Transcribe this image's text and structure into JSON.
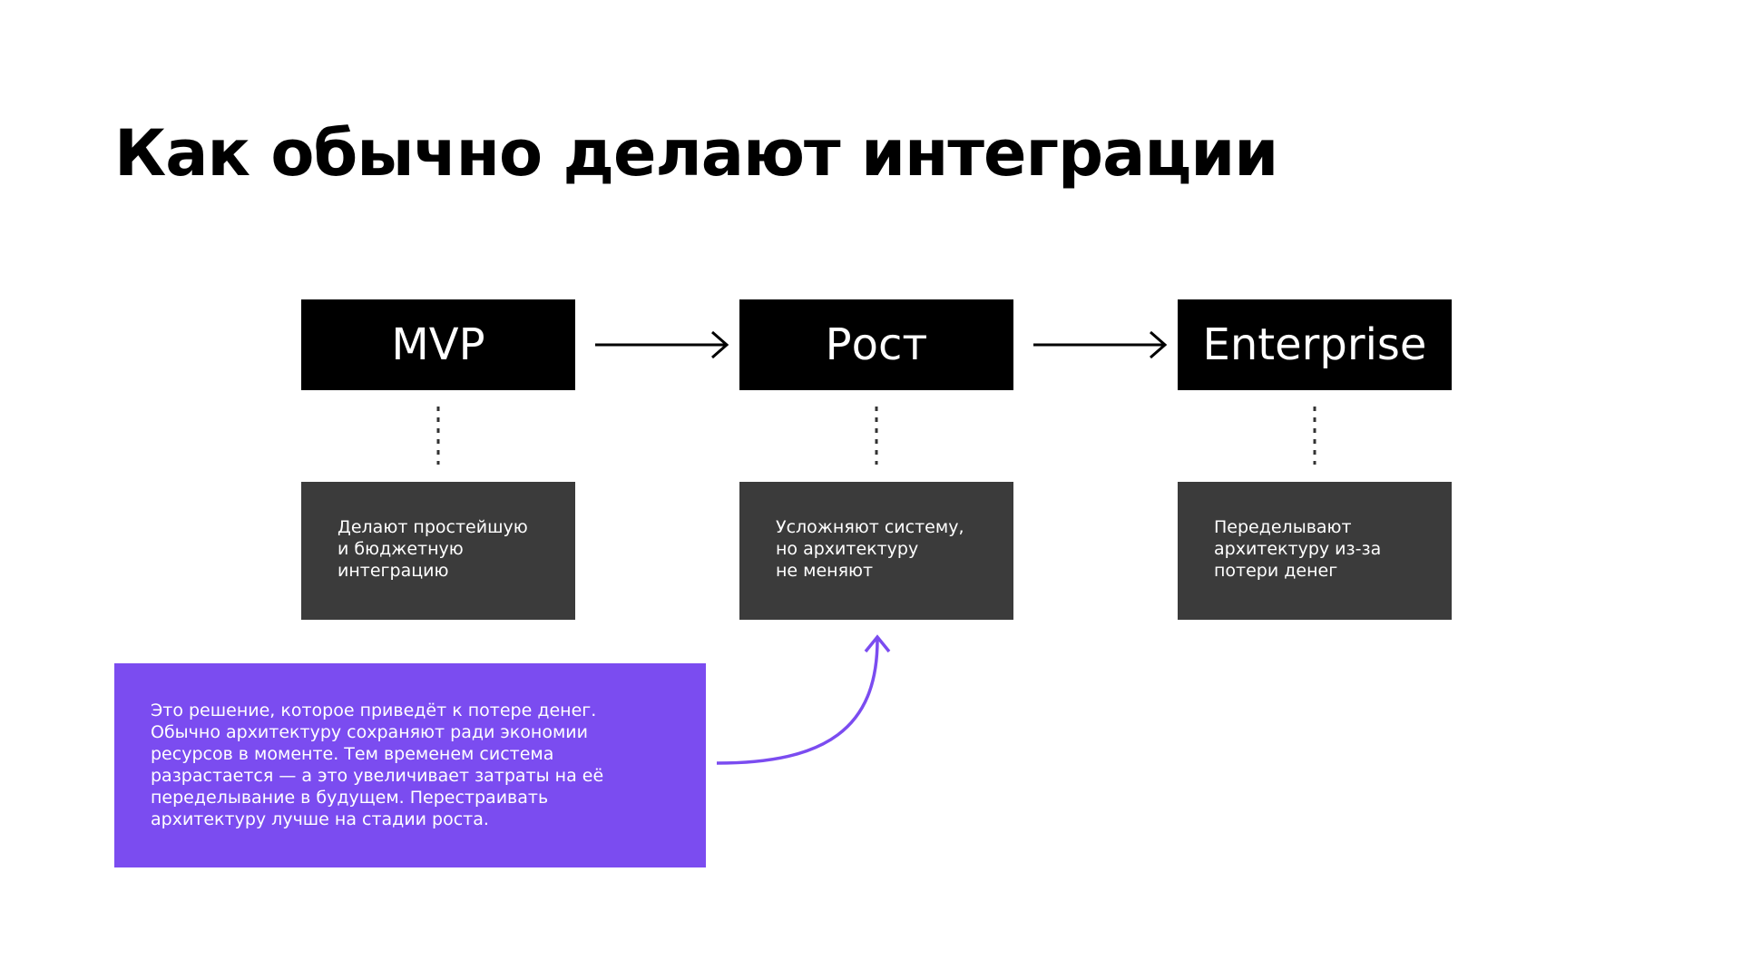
{
  "title": "Как обычно делают интеграции",
  "stages": [
    {
      "label": "MVP",
      "description": [
        "Делают простейшую",
        "и бюджетную",
        "интеграцию"
      ]
    },
    {
      "label": "Рост",
      "description": [
        "Усложняют систему,",
        "но архитектуру",
        "не меняют"
      ]
    },
    {
      "label": "Enterprise",
      "description": [
        "Переделывают",
        "архитектуру из-за",
        "потери денег"
      ]
    }
  ],
  "note": {
    "lines": [
      "Это решение, которое приведёт к потере денег.",
      "Обычно архитектуру сохраняют ради экономии",
      "ресурсов в моменте. Тем временем система",
      "разрастается — а это увеличивает затраты на её",
      "переделывание в будущем. Перестраивать",
      "архитектуру лучше на стадии роста."
    ]
  },
  "colors": {
    "stage_box": "#000000",
    "description_box": "#3b3b3b",
    "note_box": "#7b4cf0",
    "note_arrow": "#7b4cf0"
  },
  "icons": {
    "flow_arrow": "arrow-right-icon",
    "connector": "dotted-connector-icon",
    "note_pointer": "curved-arrow-up-icon"
  }
}
